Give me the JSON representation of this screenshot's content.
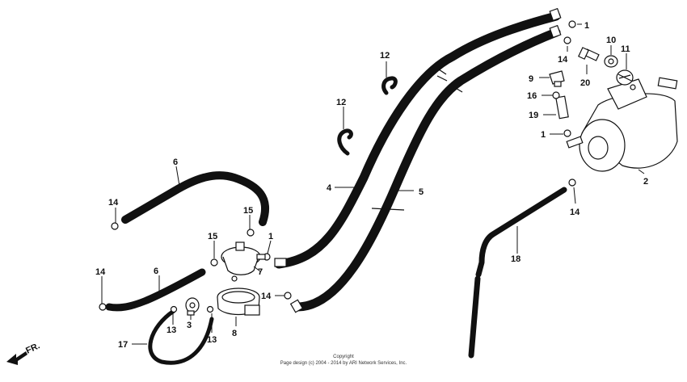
{
  "labels": {
    "p1": "1",
    "p2": "2",
    "p3": "3",
    "p4": "4",
    "p5": "5",
    "p6": "6",
    "p7": "7",
    "p8": "8",
    "p9": "9",
    "p10": "10",
    "p11": "11",
    "p12": "12",
    "p13": "13",
    "p14": "14",
    "p15": "15",
    "p16": "16",
    "p17": "17",
    "p18": "18",
    "p19": "19",
    "p20": "20"
  },
  "direction_marker": "FR.",
  "copyright_line1": "Copyright",
  "copyright_line2": "Page design (c) 2004 - 2014 by ARI Network Services, Inc."
}
